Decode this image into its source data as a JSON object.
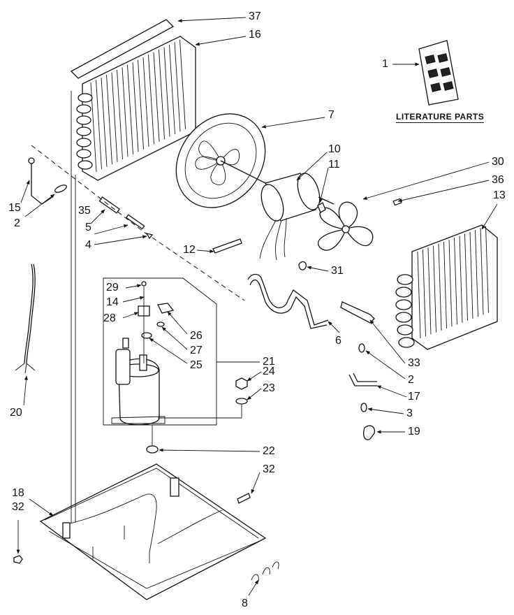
{
  "literature_title": "LITERATURE PARTS",
  "callouts": [
    {
      "id": "c1",
      "text": "1"
    },
    {
      "id": "c2a",
      "text": "2"
    },
    {
      "id": "c2b",
      "text": "2"
    },
    {
      "id": "c3",
      "text": "3"
    },
    {
      "id": "c4",
      "text": "4"
    },
    {
      "id": "c5",
      "text": "5"
    },
    {
      "id": "c6",
      "text": "6"
    },
    {
      "id": "c7",
      "text": "7"
    },
    {
      "id": "c8",
      "text": "8"
    },
    {
      "id": "c10",
      "text": "10"
    },
    {
      "id": "c11",
      "text": "11"
    },
    {
      "id": "c12",
      "text": "12"
    },
    {
      "id": "c13",
      "text": "13"
    },
    {
      "id": "c14",
      "text": "14"
    },
    {
      "id": "c15",
      "text": "15"
    },
    {
      "id": "c16",
      "text": "16"
    },
    {
      "id": "c17",
      "text": "17"
    },
    {
      "id": "c18",
      "text": "18"
    },
    {
      "id": "c19",
      "text": "19"
    },
    {
      "id": "c20",
      "text": "20"
    },
    {
      "id": "c21",
      "text": "21"
    },
    {
      "id": "c22",
      "text": "22"
    },
    {
      "id": "c23",
      "text": "23"
    },
    {
      "id": "c24",
      "text": "24"
    },
    {
      "id": "c25",
      "text": "25"
    },
    {
      "id": "c26",
      "text": "26"
    },
    {
      "id": "c27",
      "text": "27"
    },
    {
      "id": "c28",
      "text": "28"
    },
    {
      "id": "c29",
      "text": "29"
    },
    {
      "id": "c30",
      "text": "30"
    },
    {
      "id": "c31",
      "text": "31"
    },
    {
      "id": "c32a",
      "text": "32"
    },
    {
      "id": "c32b",
      "text": "32"
    },
    {
      "id": "c33",
      "text": "33"
    },
    {
      "id": "c35",
      "text": "35"
    },
    {
      "id": "c36",
      "text": "36"
    },
    {
      "id": "c37",
      "text": "37"
    }
  ]
}
